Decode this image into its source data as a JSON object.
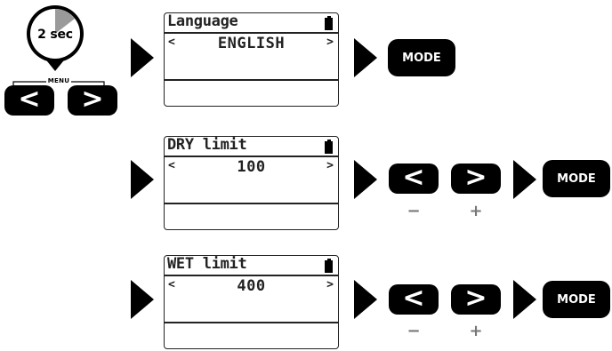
{
  "timer": {
    "label": "2 sec"
  },
  "menu": {
    "label": "MENU",
    "left_button": "<",
    "right_button": ">"
  },
  "steps": [
    {
      "screen": {
        "title": "Language",
        "left": "<",
        "value": "ENGLISH",
        "right": ">"
      },
      "mode_button": "MODE"
    },
    {
      "screen": {
        "title": "DRY limit",
        "left": "<",
        "value": "100",
        "right": ">"
      },
      "left_button": "<",
      "right_button": ">",
      "minus_label": "−",
      "plus_label": "+",
      "mode_button": "MODE"
    },
    {
      "screen": {
        "title": "WET limit",
        "left": "<",
        "value": "400",
        "right": ">"
      },
      "left_button": "<",
      "right_button": ">",
      "minus_label": "−",
      "plus_label": "+",
      "mode_button": "MODE"
    }
  ],
  "icons": {
    "timer": "stopwatch-icon",
    "battery": "battery-icon",
    "flow_arrow": "triangle-right-icon"
  }
}
